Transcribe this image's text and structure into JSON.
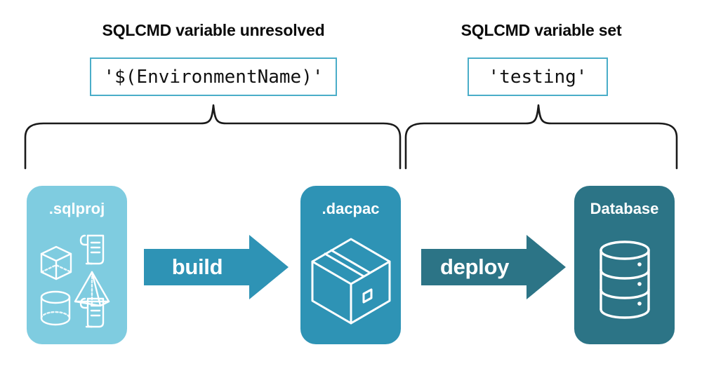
{
  "diagram": {
    "title_semantic": "sqlcmd-variable-build-deploy-pipeline",
    "sections": [
      {
        "id": "left",
        "heading": "SQLCMD variable unresolved",
        "code_value": "'$(EnvironmentName)'"
      },
      {
        "id": "right",
        "heading": "SQLCMD variable set",
        "code_value": "'testing'"
      }
    ],
    "stages": [
      {
        "id": "sqlproj",
        "label": ".sqlproj",
        "fill": "#7fcce0",
        "icons": [
          "cube-icon",
          "pyramid-icon",
          "cylinder-icon",
          "scroll-icon",
          "scroll-icon"
        ]
      },
      {
        "id": "dacpac",
        "label": ".dacpac",
        "fill": "#2e93b5",
        "icons": [
          "package-box-icon"
        ]
      },
      {
        "id": "database",
        "label": "Database",
        "fill": "#2c7486",
        "icons": [
          "database-cylinder-icon"
        ]
      }
    ],
    "arrows": [
      {
        "id": "build",
        "label": "build",
        "fill": "#2e93b5"
      },
      {
        "id": "deploy",
        "label": "deploy",
        "fill": "#2c7486"
      }
    ],
    "colors": {
      "code_box_border": "#4aadc8",
      "brace_stroke": "#1a1a1a",
      "heading_text": "#0b0b0b",
      "card_text": "#ffffff",
      "background": "#ffffff"
    }
  }
}
